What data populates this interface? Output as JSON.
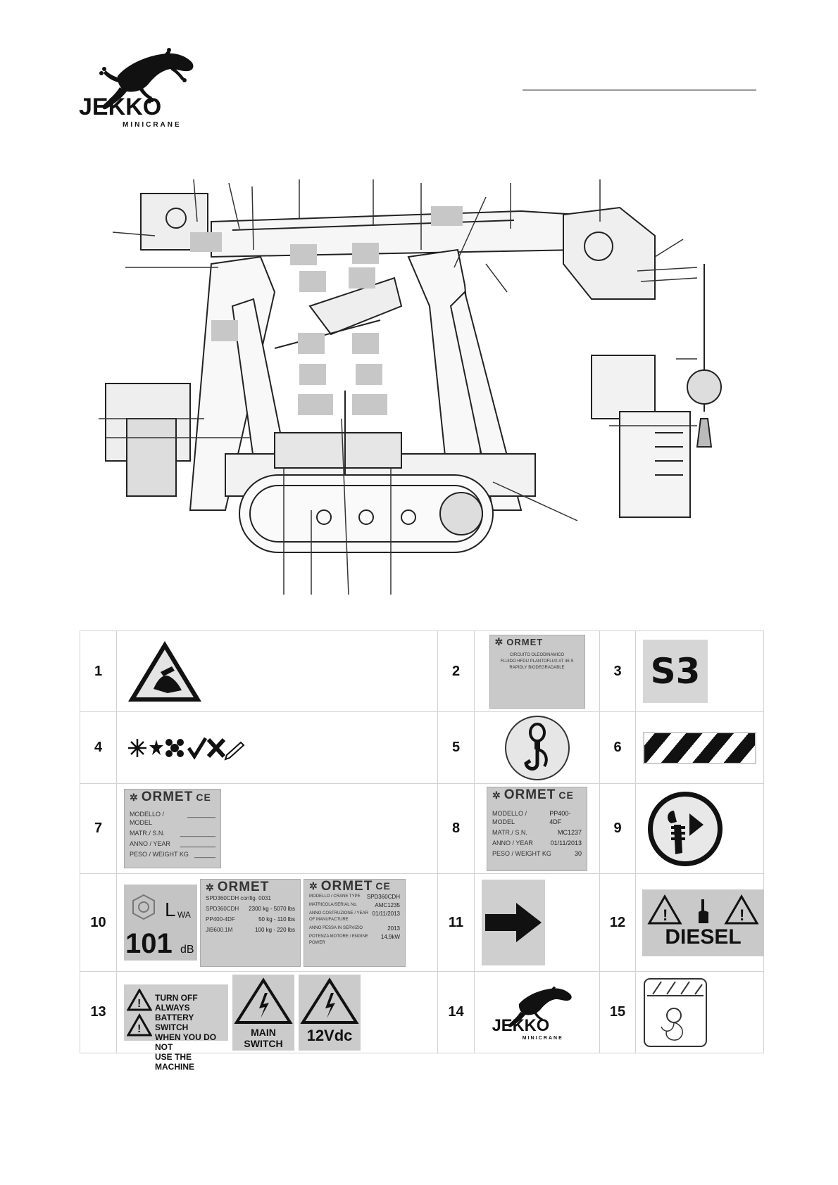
{
  "header": {
    "logo": {
      "brand": "JEKKO",
      "sub": "MINICRANE"
    }
  },
  "rows": [
    [
      {
        "num": "1",
        "sign": "hand-crush-warning"
      },
      {
        "num": "2",
        "sign": "ormet-hydraulic-fluid-plate",
        "lines": [
          "CIRCUITO OLEODINAMICO",
          "FLUIDO HFDU  PLANTOFLUX AT 46 S",
          "RAPIDLY BIODEGRADABLE"
        ]
      },
      {
        "num": "3",
        "text": "S3"
      }
    ],
    [
      {
        "num": "4",
        "sign": "symbol-glyph-strip"
      },
      {
        "num": "5",
        "sign": "lifting-hook-symbol"
      },
      {
        "num": "6",
        "sign": "hazard-stripes"
      }
    ],
    [
      {
        "num": "7",
        "plate": {
          "brand": "ORMET",
          "rows": [
            [
              "MODELLO / MODEL",
              ""
            ],
            [
              "MATR./ S.N.",
              ""
            ],
            [
              "ANNO / YEAR",
              ""
            ],
            [
              "PESO / WEIGHT KG",
              ""
            ]
          ]
        }
      },
      {
        "num": "8",
        "plate": {
          "brand": "ORMET",
          "rows": [
            [
              "MODELLO / MODEL",
              "PP400-4DF"
            ],
            [
              "MATR./ S.N.",
              "MC1237"
            ],
            [
              "ANNO / YEAR",
              "01/11/2013"
            ],
            [
              "PESO / WEIGHT KG",
              "30"
            ]
          ]
        }
      },
      {
        "num": "9",
        "sign": "mandatory-manual-symbol"
      }
    ],
    [
      {
        "num": "10",
        "noise": {
          "label": "L",
          "sub": "WA",
          "value": "101",
          "unit": "dB"
        },
        "config_plate": {
          "brand": "ORMET",
          "rows": [
            [
              "SPD360CDH config. 0031",
              ""
            ],
            [
              "SPD360CDH",
              "2300 kg - 5070 lbs"
            ],
            [
              "PP400-4DF",
              "50 kg - 110 lbs"
            ],
            [
              "JIB600.1M",
              "100 kg - 220 lbs"
            ]
          ]
        },
        "id_plate": {
          "brand": "ORMET",
          "rows": [
            [
              "MODELLO / CRANE TYPE",
              "SPD360CDH"
            ],
            [
              "MATRICOLA/SERIAL No.",
              "AMC1235"
            ],
            [
              "ANNO COSTRUZIONE / YEAR OF MANUFACTURE",
              "01/11/2013"
            ],
            [
              "ANNO PESSA IN SERVIZIO",
              "2013"
            ],
            [
              "POTENZA MOTORE / ENGINE POWER",
              "14,9kW"
            ]
          ]
        }
      },
      {
        "num": "11",
        "sign": "direction-arrow"
      },
      {
        "num": "12",
        "text": "DIESEL"
      }
    ],
    [
      {
        "num": "13",
        "battery": [
          "TURN OFF ALWAYS",
          "BATTERY SWITCH",
          "WHEN YOU DO NOT",
          "USE THE MACHINE"
        ],
        "main_switch": [
          "MAIN",
          "SWITCH"
        ],
        "voltage": "12Vdc"
      },
      {
        "num": "14",
        "sign": "jekko-logo",
        "brand": "JEKKO",
        "sub": "MINICRANE"
      },
      {
        "num": "15",
        "sign": "hook-crush-symbol"
      }
    ]
  ]
}
